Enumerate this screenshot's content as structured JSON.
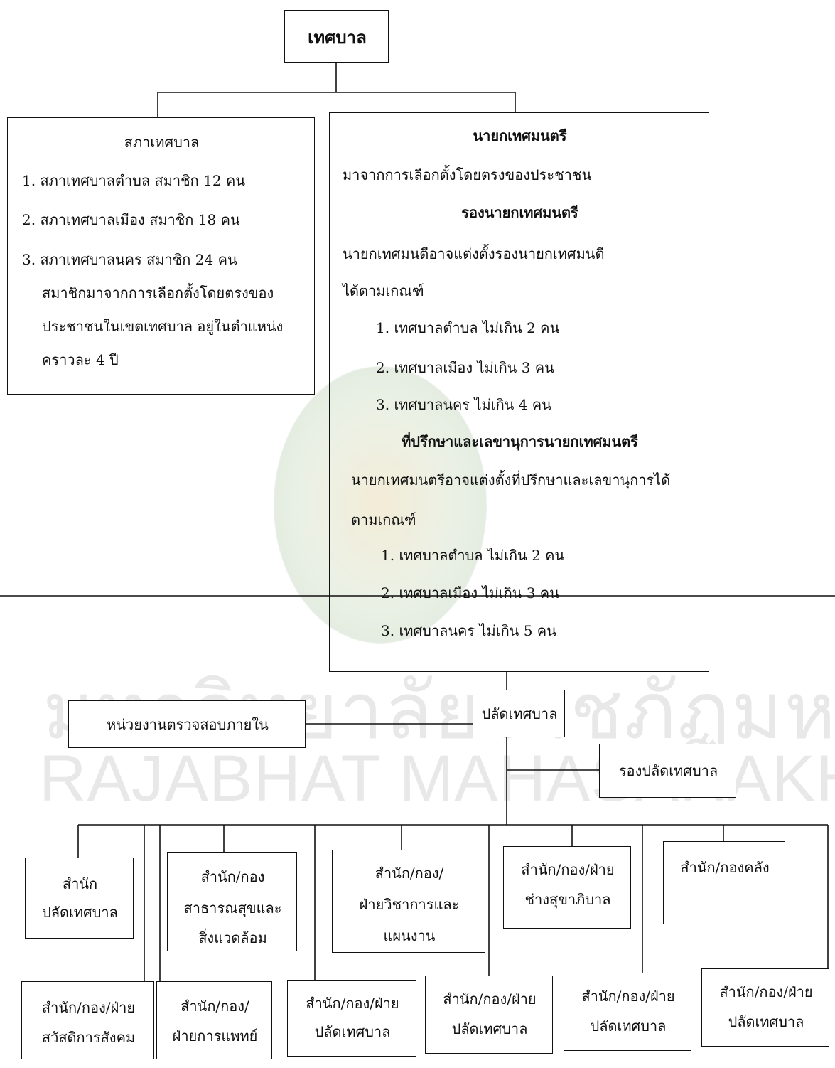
{
  "watermark": {
    "thai": "มหาวิทยาลัยราชภัฏมหาสารคาม",
    "english": "RAJABHAT MAHASARAKHAM UNIVERSITY"
  },
  "root": {
    "title": "เทศบาล"
  },
  "council": {
    "title": "สภาเทศบาล",
    "items": [
      "1. สภาเทศบาลตำบล สมาชิก 12 คน",
      "2. สภาเทศบาลเมือง สมาชิก 18 คน",
      "3. สภาเทศบาลนคร สมาชิก 24 คน"
    ],
    "note_lines": [
      "สมาชิกมาจากการเลือกตั้งโดยตรงของ",
      "ประชาชนในเขตเทศบาล อยู่ในตำแหน่ง",
      "คราวละ 4 ปี"
    ]
  },
  "mayor": {
    "title": "นายกเทศมนตรี",
    "subtitle": "มาจากการเลือกตั้งโดยตรงของประชาชน",
    "deputy_title": "รองนายกเทศมนตรี",
    "deputy_text_lines": [
      "นายกเทศมนตีอาจแต่งตั้งรองนายกเทศมนตี",
      "ได้ตามเกณฑ์"
    ],
    "deputy_items": [
      "1. เทศบาลตำบล  ไม่เกิน  2 คน",
      "2. เทศบาลเมือง  ไม่เกิน  3 คน",
      "3. เทศบาลนคร   ไม่เกิน 4 คน"
    ],
    "advisor_title": "ที่ปรึกษาและเลขานุการนายกเทศมนตรี",
    "advisor_text_lines": [
      "นายกเทศมนตรีอาจแต่งตั้งที่ปรึกษาและเลขานุการได้",
      "ตามเกณฑ์"
    ],
    "advisor_items": [
      "1. เทศบาลตำบล  ไม่เกิน  2 คน",
      "2. เทศบาลเมือง  ไม่เกิน  3 คน",
      "3. เทศบาลนคร  ไม่เกิน 5 คน"
    ]
  },
  "clerk": {
    "title": "ปลัดเทศบาล"
  },
  "audit": {
    "title": "หน่วยงานตรวจสอบภายใน"
  },
  "deputy_clerk": {
    "title": "รองปลัดเทศบาล"
  },
  "row1": [
    {
      "lines": [
        "สำนัก",
        "ปลัดเทศบาล"
      ]
    },
    {
      "lines": [
        "สำนัก/กอง",
        "สาธารณสุขและ",
        "สิ่งแวดล้อม"
      ]
    },
    {
      "lines": [
        "สำนัก/กอง/",
        "ฝ่ายวิชาการและ",
        "แผนงาน"
      ]
    },
    {
      "lines": [
        "สำนัก/กอง/ฝ่าย",
        "ช่างสุขาภิบาล"
      ]
    },
    {
      "lines": [
        "สำนัก/กองคลัง"
      ]
    }
  ],
  "row2": [
    {
      "lines": [
        "สำนัก/กอง/ฝ่าย",
        "สวัสดิการสังคม"
      ]
    },
    {
      "lines": [
        "สำนัก/กอง/",
        "ฝ่ายการแพทย์"
      ]
    },
    {
      "lines": [
        "สำนัก/กอง/ฝ่าย",
        "ปลัดเทศบาล"
      ]
    },
    {
      "lines": [
        "สำนัก/กอง/ฝ่าย",
        "ปลัดเทศบาล"
      ]
    },
    {
      "lines": [
        "สำนัก/กอง/ฝ่าย",
        "ปลัดเทศบาล"
      ]
    },
    {
      "lines": [
        "สำนัก/กอง/ฝ่าย",
        "ปลัดเทศบาล"
      ]
    }
  ]
}
